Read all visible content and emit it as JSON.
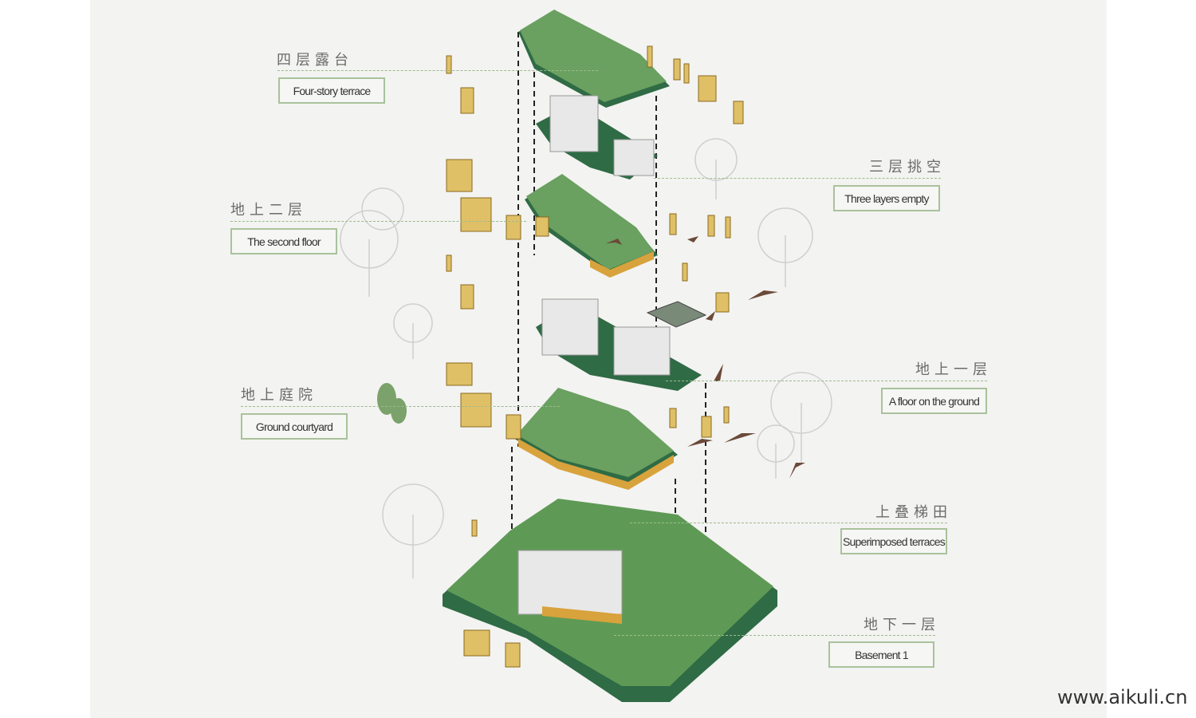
{
  "labels": [
    {
      "cn": "四层露台",
      "en": "Four-story terrace"
    },
    {
      "cn": "地上二层",
      "en": "The second floor"
    },
    {
      "cn": "地上庭院",
      "en": "Ground courtyard"
    },
    {
      "cn": "三层挑空",
      "en": "Three layers empty"
    },
    {
      "cn": "地上一层",
      "en": "A floor on the ground"
    },
    {
      "cn": "上叠梯田",
      "en": "Superimposed terraces"
    },
    {
      "cn": "地下一层",
      "en": "Basement 1"
    }
  ],
  "watermark": "www.aikuli.cn",
  "colors": {
    "slab": "#5e9a55",
    "slab_dark": "#2f6b45",
    "wall": "#e8e8e8",
    "panel": "#e0c066",
    "people": "#a0303a",
    "label_line": "#9dbb8e"
  }
}
